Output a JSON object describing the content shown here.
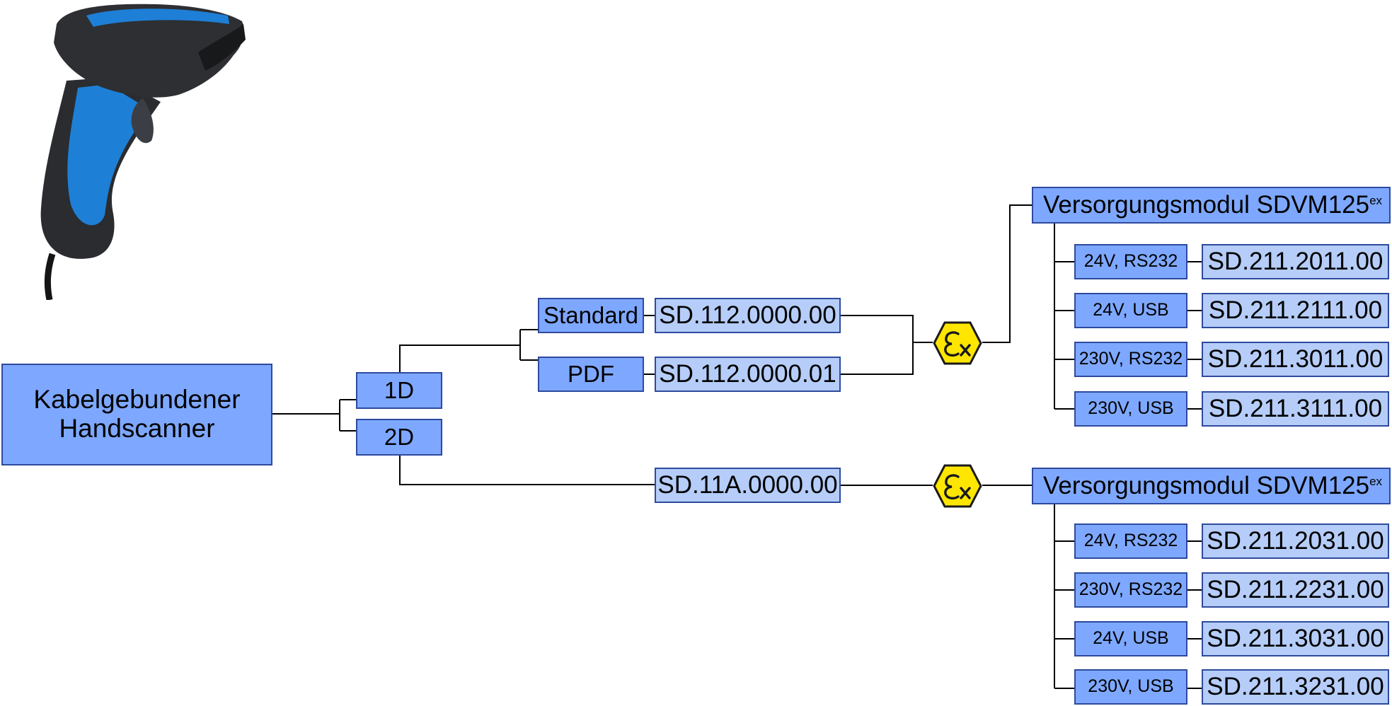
{
  "root": {
    "line1": "Kabelgebundener",
    "line2": "Handscanner"
  },
  "types": {
    "d1": "1D",
    "d2": "2D"
  },
  "variants": {
    "standard": "Standard",
    "pdf": "PDF"
  },
  "codes": {
    "standard": "SD.112.0000.00",
    "pdf": "SD.112.0000.01",
    "twod": "SD.11A.0000.00"
  },
  "modules": {
    "upper": {
      "name": "Versorgungsmodul SDVM125",
      "sup": "ex",
      "options": [
        {
          "label": "24V, RS232",
          "code": "SD.211.2011.00"
        },
        {
          "label": "24V, USB",
          "code": "SD.211.2111.00"
        },
        {
          "label": "230V, RS232",
          "code": "SD.211.3011.00"
        },
        {
          "label": "230V, USB",
          "code": "SD.211.3111.00"
        }
      ]
    },
    "lower": {
      "name": "Versorgungsmodul SDVM125",
      "sup": "ex",
      "options": [
        {
          "label": "24V, RS232",
          "code": "SD.211.2031.00"
        },
        {
          "label": "230V, RS232",
          "code": "SD.211.2231.00"
        },
        {
          "label": "24V, USB",
          "code": "SD.211.3031.00"
        },
        {
          "label": "230V, USB",
          "code": "SD.211.3231.00"
        }
      ]
    }
  },
  "colors": {
    "box_dark": "#7ea8ff",
    "box_light": "#b5cdf8",
    "border": "#2e4a9e",
    "ex_yellow": "#ffe600",
    "scanner_body": "#2a2c30",
    "scanner_accent": "#1e7fd6"
  },
  "icons": {
    "ex": "ex-hazard-icon",
    "scanner": "handscanner-image"
  }
}
